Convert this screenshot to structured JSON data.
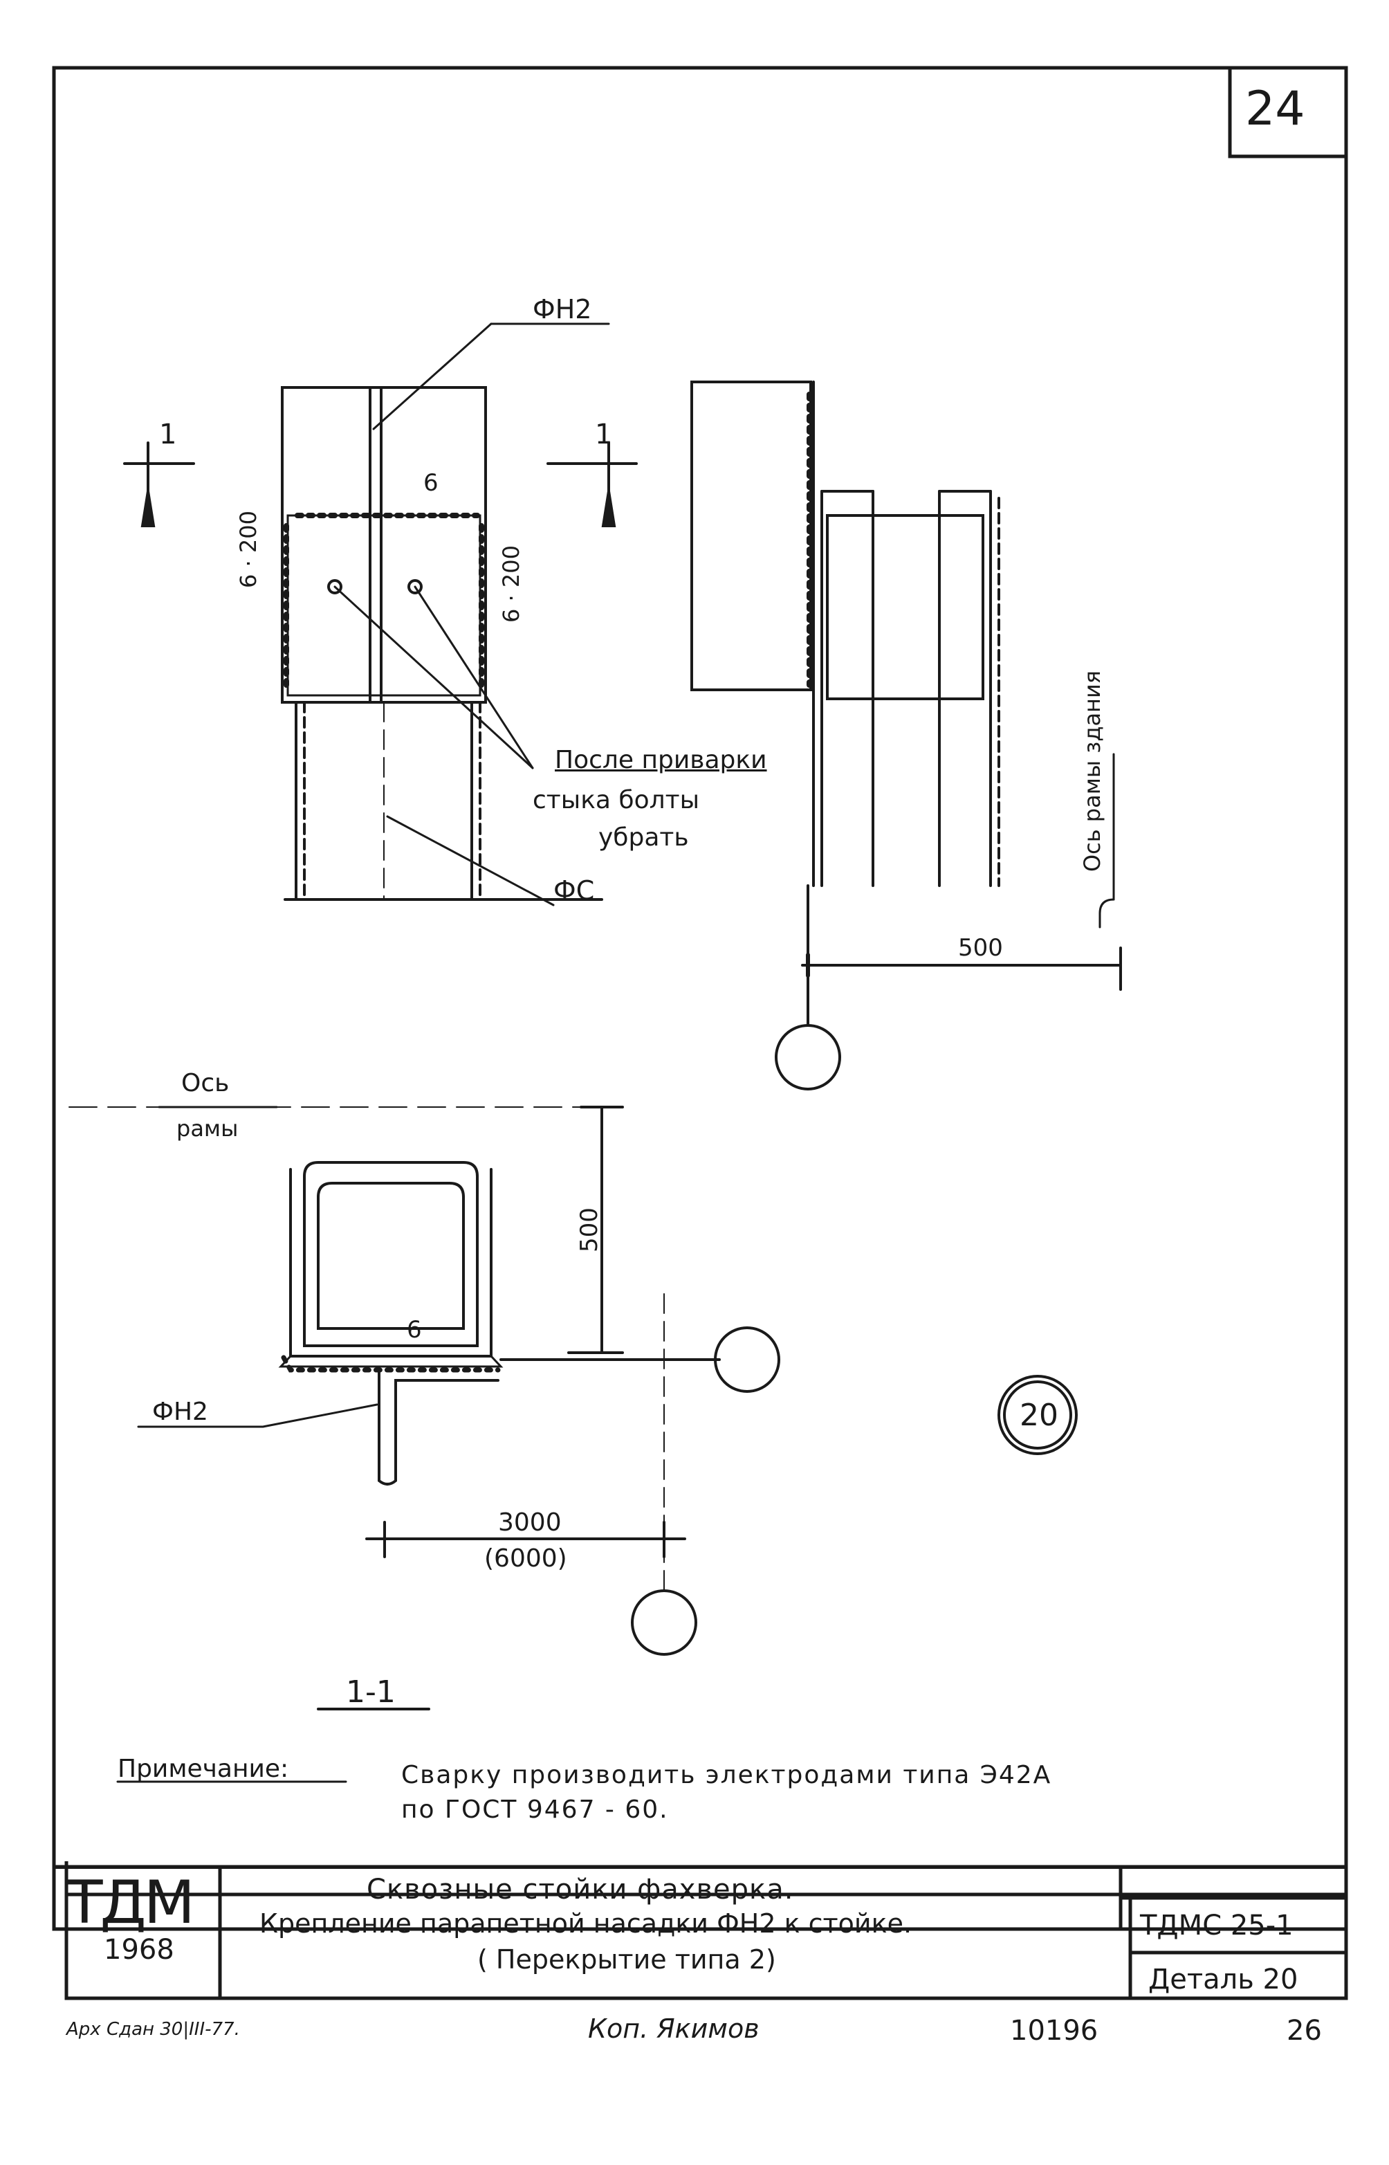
{
  "sheet": {
    "sheet_number": "24",
    "detail_circle": "20",
    "section_title": "1-1",
    "bubble_color": "#1a1a1a"
  },
  "drawing": {
    "label_fn2_top": "ФН2",
    "label_fn2_bottom": "ФН2",
    "label_fs": "ФС",
    "section_mark_left": "1",
    "section_mark_right": "1",
    "dim_6_200_left": "6 · 200",
    "dim_6_200_right": "6 · 200",
    "weld_6_top": "6",
    "weld_6_bottom": "6",
    "callout_line1": "После приварки",
    "callout_line2": "стыка болты",
    "callout_line3": "убрать",
    "axis_building_frame": "Ось рамы здания",
    "dim_500_side": "500",
    "axis_frame_line1": "Ось",
    "axis_frame_line2": "рамы",
    "dim_500_vertical": "500",
    "dim_3000": "3000",
    "dim_6000": "(6000)"
  },
  "note": {
    "label": "Примечание:",
    "line1": "Сварку производить электродами типа Э42А",
    "line2": "по ГОСТ 9467 - 60."
  },
  "title_block": {
    "logo": "ТДМ",
    "year": "1968",
    "title_line1": "Сквозные стойки фахверка.",
    "title_line2": "Крепление парапетной насадки ФН2 к стойке.",
    "title_line3": "( Перекрытие типа 2)",
    "code": "ТДМС 25-1",
    "detail": "Деталь 20"
  },
  "footer": {
    "left_stamp": "Арх  Сдан 30|III-77.",
    "copy": "Коп. Якимов",
    "inventory_number": "10196",
    "page_number": "26"
  }
}
